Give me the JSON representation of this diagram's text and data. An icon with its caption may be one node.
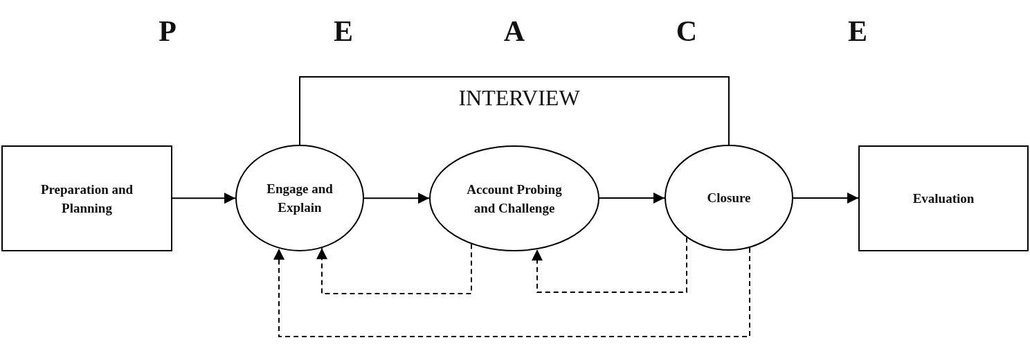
{
  "diagram": {
    "nodes": [
      {
        "text": [
          "Preparation and Planning"
        ]
      },
      {
        "text": [
          "Engage and Explain"
        ]
      },
      {
        "text": [
          "Account Probing and Challenge"
        ]
      },
      {
        "text": [
          "Closure"
        ]
      },
      {
        "text": [
          "Evaluation"
        ]
      }
    ],
    "edges": [
      {
        "from": 0,
        "to": 1,
        "arrow": "to"
      },
      {
        "from": 1,
        "to": 2,
        "arrow": "to"
      },
      {
        "from": 2,
        "to": 3,
        "arrow": "to"
      },
      {
        "from": 3,
        "to": 4,
        "arrow": "to"
      },
      {
        "from": 2,
        "to": 1,
        "arrow": "to",
        "style": "dashed"
      },
      {
        "from": 3,
        "to": 2,
        "arrow": "to",
        "style": "dashed"
      },
      {
        "from": 3,
        "to": 1,
        "arrow": "to",
        "style": "dashed"
      }
    ],
    "labels": [
      "P",
      "E",
      "A",
      "C",
      "E",
      "INTERVIEW"
    ]
  }
}
